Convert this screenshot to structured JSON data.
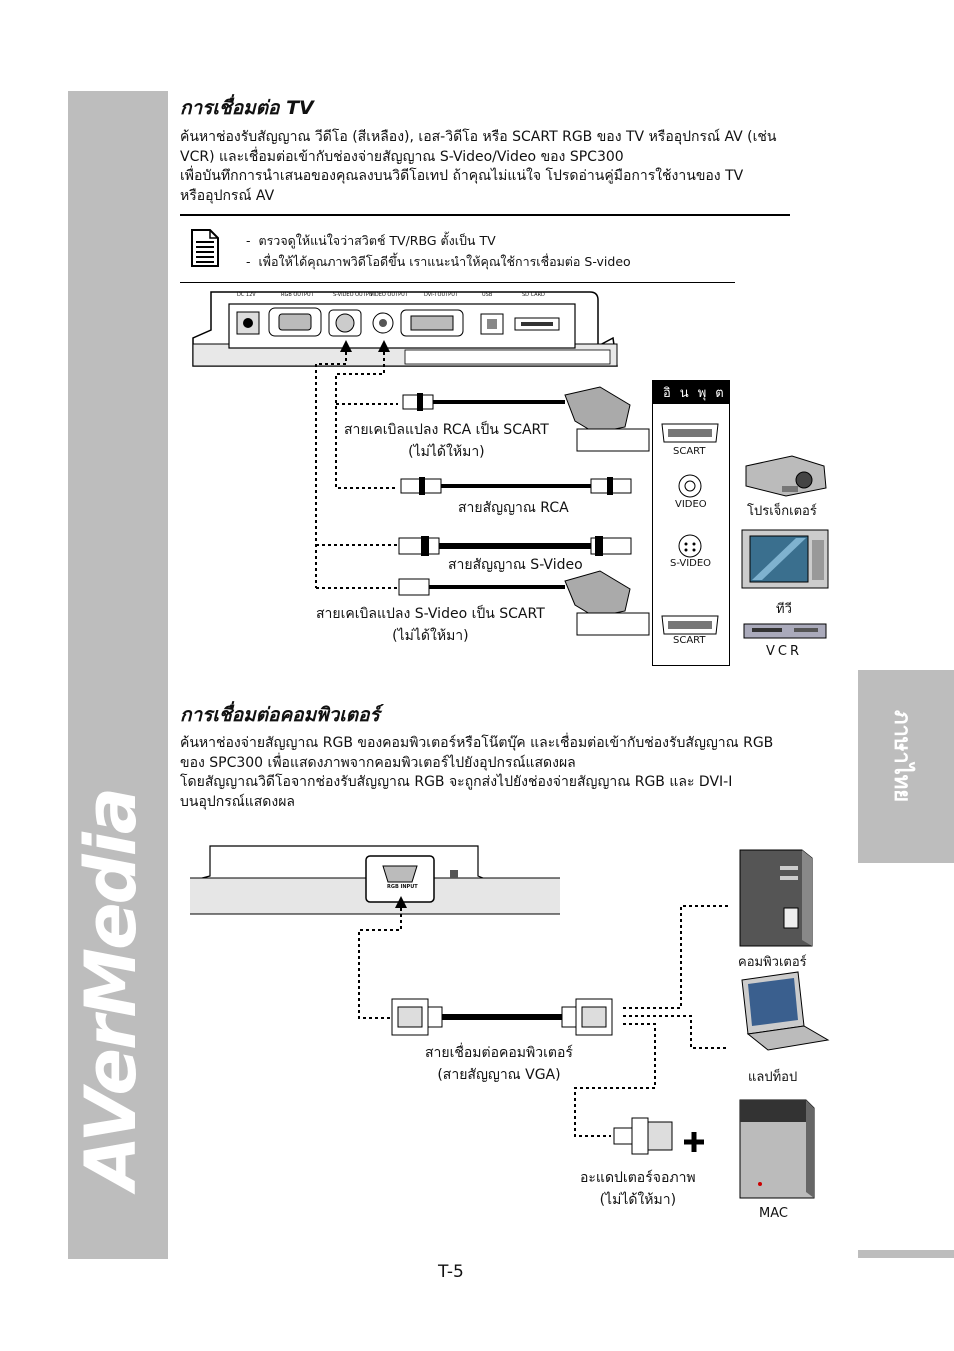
{
  "brand": "AVerMedia",
  "language_tab": "ภาษาไทย",
  "tv_section": {
    "heading": "การเชื่อมต่อ TV",
    "paragraph": [
      "ค้นหาช่องรับสัญญาณ วีดีโอ (สีเหลือง), เอส-วิดีโอ หรือ SCART RGB ของ TV หรืออุปกรณ์ AV (เช่น",
      "VCR) และเชื่อมต่อเข้ากับช่องจ่ายสัญญาณ S-Video/Video ของ SPC300",
      "เพื่อบันทึกการนำเสนอของคุณลงบนวิดีโอเทป ถ้าคุณไม่แน่ใจ โปรดอ่านคู่มือการใช้งานของ TV",
      "หรืออุปกรณ์ AV"
    ],
    "notes": [
      "ตรวจดูให้แน่ใจว่าสวิตช์ TV/RBG ตั้งเป็น TV",
      "เพื่อให้ได้คุณภาพวิดีโอดีขึ้น เราแนะนำให้คุณใช้การเชื่อมต่อ S-video"
    ],
    "device_ports": [
      "DC 12V",
      "RGB OUTPUT",
      "S-VIDEO OUTPUT",
      "VIDEO OUTPUT",
      "DVI-I OUTPUT",
      "USB",
      "SD CARD"
    ],
    "cables": {
      "rca_scart": [
        "สายเคเบิลแปลง RCA เป็น SCART",
        "(ไม่ได้ให้มา)"
      ],
      "rca": "สายสัญญาณ RCA",
      "svideo": "สายสัญญาณ S-Video",
      "svideo_scart": [
        "สายเคเบิลแปลง S-Video เป็น SCART",
        "(ไม่ได้ให้มา)"
      ]
    },
    "input_panel": {
      "title": "อินพุต",
      "ports": [
        "SCART",
        "VIDEO",
        "S-VIDEO",
        "SCART"
      ]
    },
    "devices": [
      "โปรเจ็กเตอร์",
      "ทีวี",
      "VCR"
    ]
  },
  "pc_section": {
    "heading": "การเชื่อมต่อคอมพิวเตอร์",
    "paragraph": [
      "ค้นหาช่องจ่ายสัญญาณ RGB ของคอมพิวเตอร์หรือโน๊ตบุ๊ค และเชื่อมต่อเข้ากับช่องรับสัญญาณ RGB",
      "ของ SPC300 เพื่อแสดงภาพจากคอมพิวเตอร์ไปยังอุปกรณ์แสดงผล",
      "โดยสัญญาณวิดีโอจากช่องรับสัญญาณ RGB จะถูกส่งไปยังช่องจ่ายสัญญาณ RGB และ DVI-I",
      "บนอุปกรณ์แสดงผล"
    ],
    "port_label": "RGB INPUT",
    "vga_cable": [
      "สายเชื่อมต่อคอมพิวเตอร์",
      "(สายสัญญาณ VGA)"
    ],
    "adapter": [
      "อะแดปเตอร์จอภาพ",
      "(ไม่ได้ให้มา)"
    ],
    "devices": [
      "คอมพิวเตอร์",
      "แลปท็อป",
      "MAC"
    ]
  },
  "page_number": "T-5"
}
